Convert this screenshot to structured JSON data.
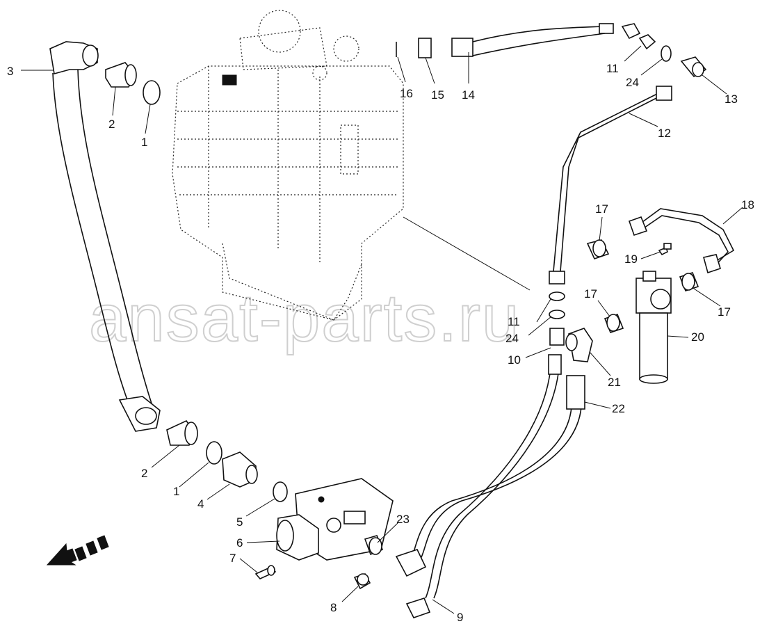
{
  "watermark": "ansat-parts.ru",
  "callouts": [
    {
      "id": "c1a",
      "text": "1"
    },
    {
      "id": "c1b",
      "text": "1"
    },
    {
      "id": "c2a",
      "text": "2"
    },
    {
      "id": "c2b",
      "text": "2"
    },
    {
      "id": "c3",
      "text": "3"
    },
    {
      "id": "c4",
      "text": "4"
    },
    {
      "id": "c5",
      "text": "5"
    },
    {
      "id": "c6",
      "text": "6"
    },
    {
      "id": "c7",
      "text": "7"
    },
    {
      "id": "c8",
      "text": "8"
    },
    {
      "id": "c9",
      "text": "9"
    },
    {
      "id": "c10",
      "text": "10"
    },
    {
      "id": "c11a",
      "text": "11"
    },
    {
      "id": "c11b",
      "text": "11"
    },
    {
      "id": "c12",
      "text": "12"
    },
    {
      "id": "c13",
      "text": "13"
    },
    {
      "id": "c14",
      "text": "14"
    },
    {
      "id": "c15",
      "text": "15"
    },
    {
      "id": "c16",
      "text": "16"
    },
    {
      "id": "c17a",
      "text": "17"
    },
    {
      "id": "c17b",
      "text": "17"
    },
    {
      "id": "c17c",
      "text": "17"
    },
    {
      "id": "c18",
      "text": "18"
    },
    {
      "id": "c19",
      "text": "19"
    },
    {
      "id": "c20",
      "text": "20"
    },
    {
      "id": "c21",
      "text": "21"
    },
    {
      "id": "c22",
      "text": "22"
    },
    {
      "id": "c23",
      "text": "23"
    },
    {
      "id": "c24a",
      "text": "24"
    },
    {
      "id": "c24b",
      "text": "24"
    }
  ]
}
